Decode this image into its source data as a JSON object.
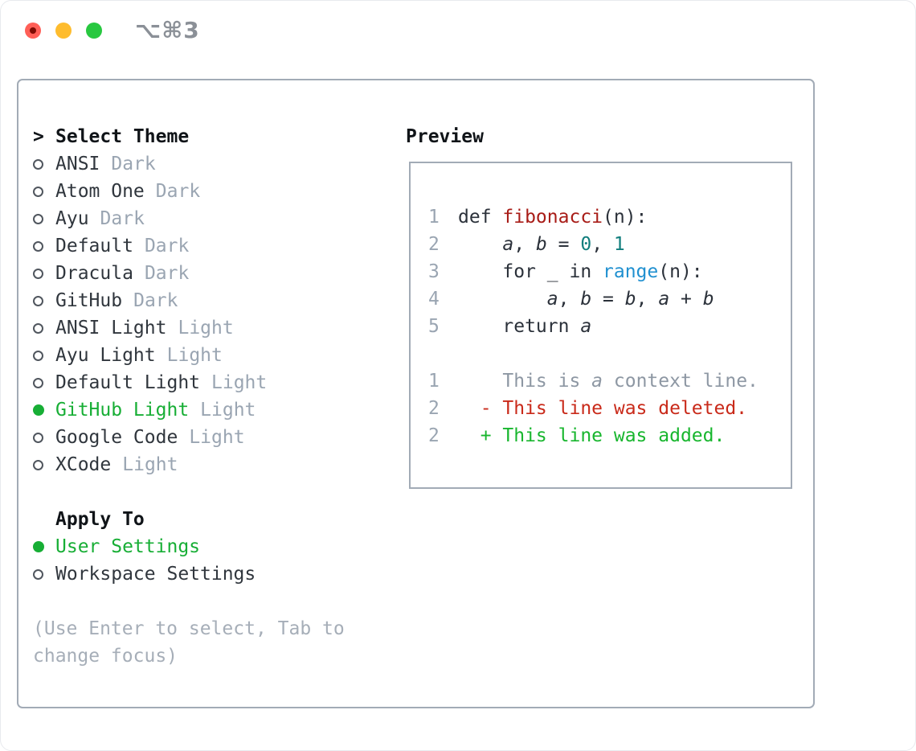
{
  "window": {
    "title": "⌥⌘3"
  },
  "colors": {
    "accent_green": "#17ae35",
    "diff_added": "#18b62e",
    "diff_deleted": "#c92a1a",
    "function_red": "#a81c17",
    "number_teal": "#117e7d",
    "builtin_blue": "#2090d0",
    "muted_gray": "#9aa5b2",
    "border_gray": "#a2abb6",
    "traffic_red": "#ff5f57",
    "traffic_yellow": "#febc2e",
    "traffic_green": "#28c840"
  },
  "theme_panel": {
    "header": {
      "prefix": ">",
      "label": "Select Theme"
    },
    "themes": [
      {
        "name": "ANSI",
        "variant": "Dark",
        "selected": false
      },
      {
        "name": "Atom One",
        "variant": "Dark",
        "selected": false
      },
      {
        "name": "Ayu",
        "variant": "Dark",
        "selected": false
      },
      {
        "name": "Default",
        "variant": "Dark",
        "selected": false
      },
      {
        "name": "Dracula",
        "variant": "Dark",
        "selected": false
      },
      {
        "name": "GitHub",
        "variant": "Dark",
        "selected": false
      },
      {
        "name": "ANSI Light",
        "variant": "Light",
        "selected": false
      },
      {
        "name": "Ayu Light",
        "variant": "Light",
        "selected": false
      },
      {
        "name": "Default Light",
        "variant": "Light",
        "selected": false
      },
      {
        "name": "GitHub Light",
        "variant": "Light",
        "selected": true
      },
      {
        "name": "Google Code",
        "variant": "Light",
        "selected": false
      },
      {
        "name": "XCode",
        "variant": "Light",
        "selected": false
      }
    ],
    "apply_to": {
      "label": "Apply To",
      "options": [
        {
          "name": "User Settings",
          "selected": true
        },
        {
          "name": "Workspace Settings",
          "selected": false
        }
      ]
    },
    "help_lines": [
      "(Use Enter to select, Tab to",
      "change focus)"
    ]
  },
  "preview": {
    "label": "Preview",
    "lines": [
      {
        "num": "1",
        "segments": [
          {
            "text": "def ",
            "style": "plain"
          },
          {
            "text": "fibonacci",
            "style": "func"
          },
          {
            "text": "(n):",
            "style": "plain"
          }
        ]
      },
      {
        "num": "2",
        "segments": [
          {
            "text": "    ",
            "style": "plain"
          },
          {
            "text": "a",
            "style": "var"
          },
          {
            "text": ", ",
            "style": "plain"
          },
          {
            "text": "b",
            "style": "var"
          },
          {
            "text": " = ",
            "style": "plain"
          },
          {
            "text": "0",
            "style": "num"
          },
          {
            "text": ", ",
            "style": "plain"
          },
          {
            "text": "1",
            "style": "num"
          }
        ]
      },
      {
        "num": "3",
        "segments": [
          {
            "text": "    for _ in ",
            "style": "plain"
          },
          {
            "text": "range",
            "style": "builtin"
          },
          {
            "text": "(n):",
            "style": "plain"
          }
        ]
      },
      {
        "num": "4",
        "segments": [
          {
            "text": "        ",
            "style": "plain"
          },
          {
            "text": "a",
            "style": "var"
          },
          {
            "text": ", ",
            "style": "plain"
          },
          {
            "text": "b",
            "style": "var"
          },
          {
            "text": " = ",
            "style": "plain"
          },
          {
            "text": "b",
            "style": "var"
          },
          {
            "text": ", ",
            "style": "plain"
          },
          {
            "text": "a",
            "style": "var"
          },
          {
            "text": " + ",
            "style": "plain"
          },
          {
            "text": "b",
            "style": "var"
          }
        ]
      },
      {
        "num": "5",
        "segments": [
          {
            "text": "    return ",
            "style": "plain"
          },
          {
            "text": "a",
            "style": "var"
          }
        ]
      },
      {
        "num": "",
        "segments": []
      },
      {
        "num": "1",
        "segments": [
          {
            "text": "    This is ",
            "style": "context"
          },
          {
            "text": "a",
            "style": "context-italic"
          },
          {
            "text": " context line.",
            "style": "context"
          }
        ]
      },
      {
        "num": "2",
        "segments": [
          {
            "text": "  - This line was deleted.",
            "style": "deleted"
          }
        ]
      },
      {
        "num": "2",
        "segments": [
          {
            "text": "  + This line was added.",
            "style": "added"
          }
        ]
      }
    ]
  }
}
